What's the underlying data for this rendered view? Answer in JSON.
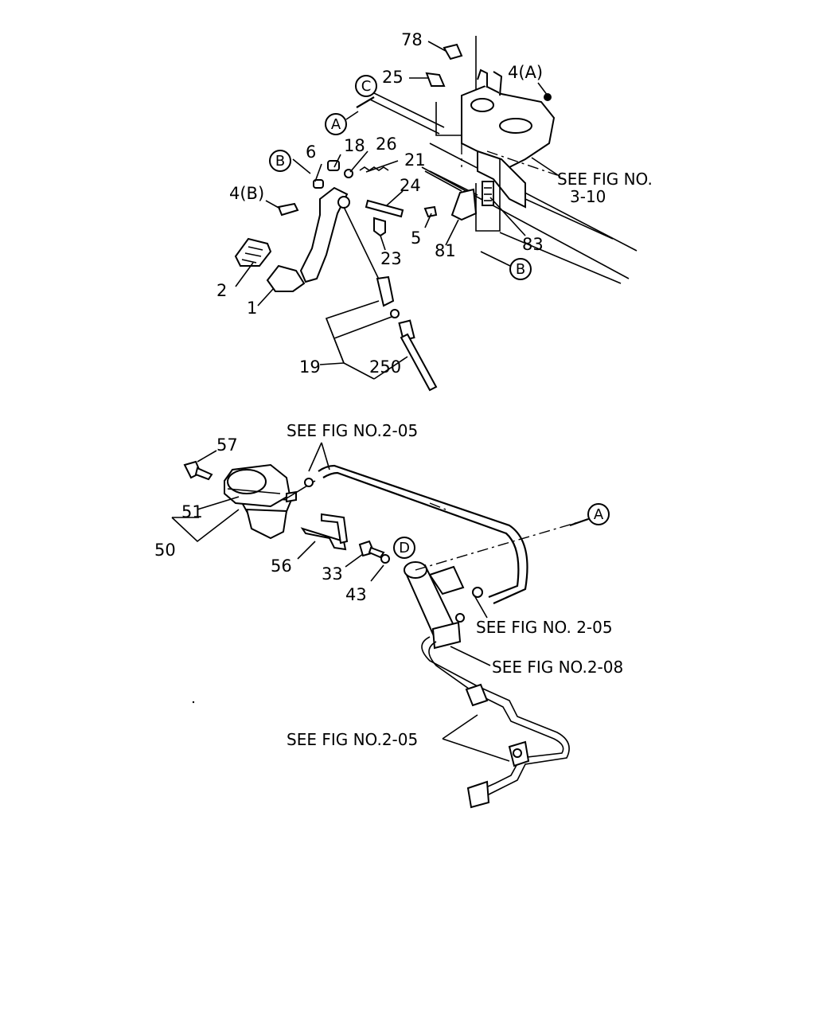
{
  "callouts": {
    "c78": "78",
    "c25": "25",
    "c4a": "4(A)",
    "c6": "6",
    "c18": "18",
    "c26": "26",
    "c21": "21",
    "c24": "24",
    "c4b": "4(B)",
    "c5": "5",
    "c81": "81",
    "c83": "83",
    "c23": "23",
    "c2": "2",
    "c1": "1",
    "c19": "19",
    "c250": "250",
    "c57": "57",
    "c51": "51",
    "c50": "50",
    "c56": "56",
    "c33": "33",
    "c43": "43"
  },
  "refs": {
    "A": "A",
    "B": "B",
    "C": "C",
    "D": "D"
  },
  "notes": {
    "see_3_10_line1": "SEE FIG NO.",
    "see_3_10_line2": "3-10",
    "see_2_05_top": "SEE FIG NO.2-05",
    "see_2_05_mid": "SEE FIG NO. 2-05",
    "see_2_08": "SEE FIG NO.2-08",
    "see_2_05_bottom": "SEE FIG NO.2-05"
  }
}
